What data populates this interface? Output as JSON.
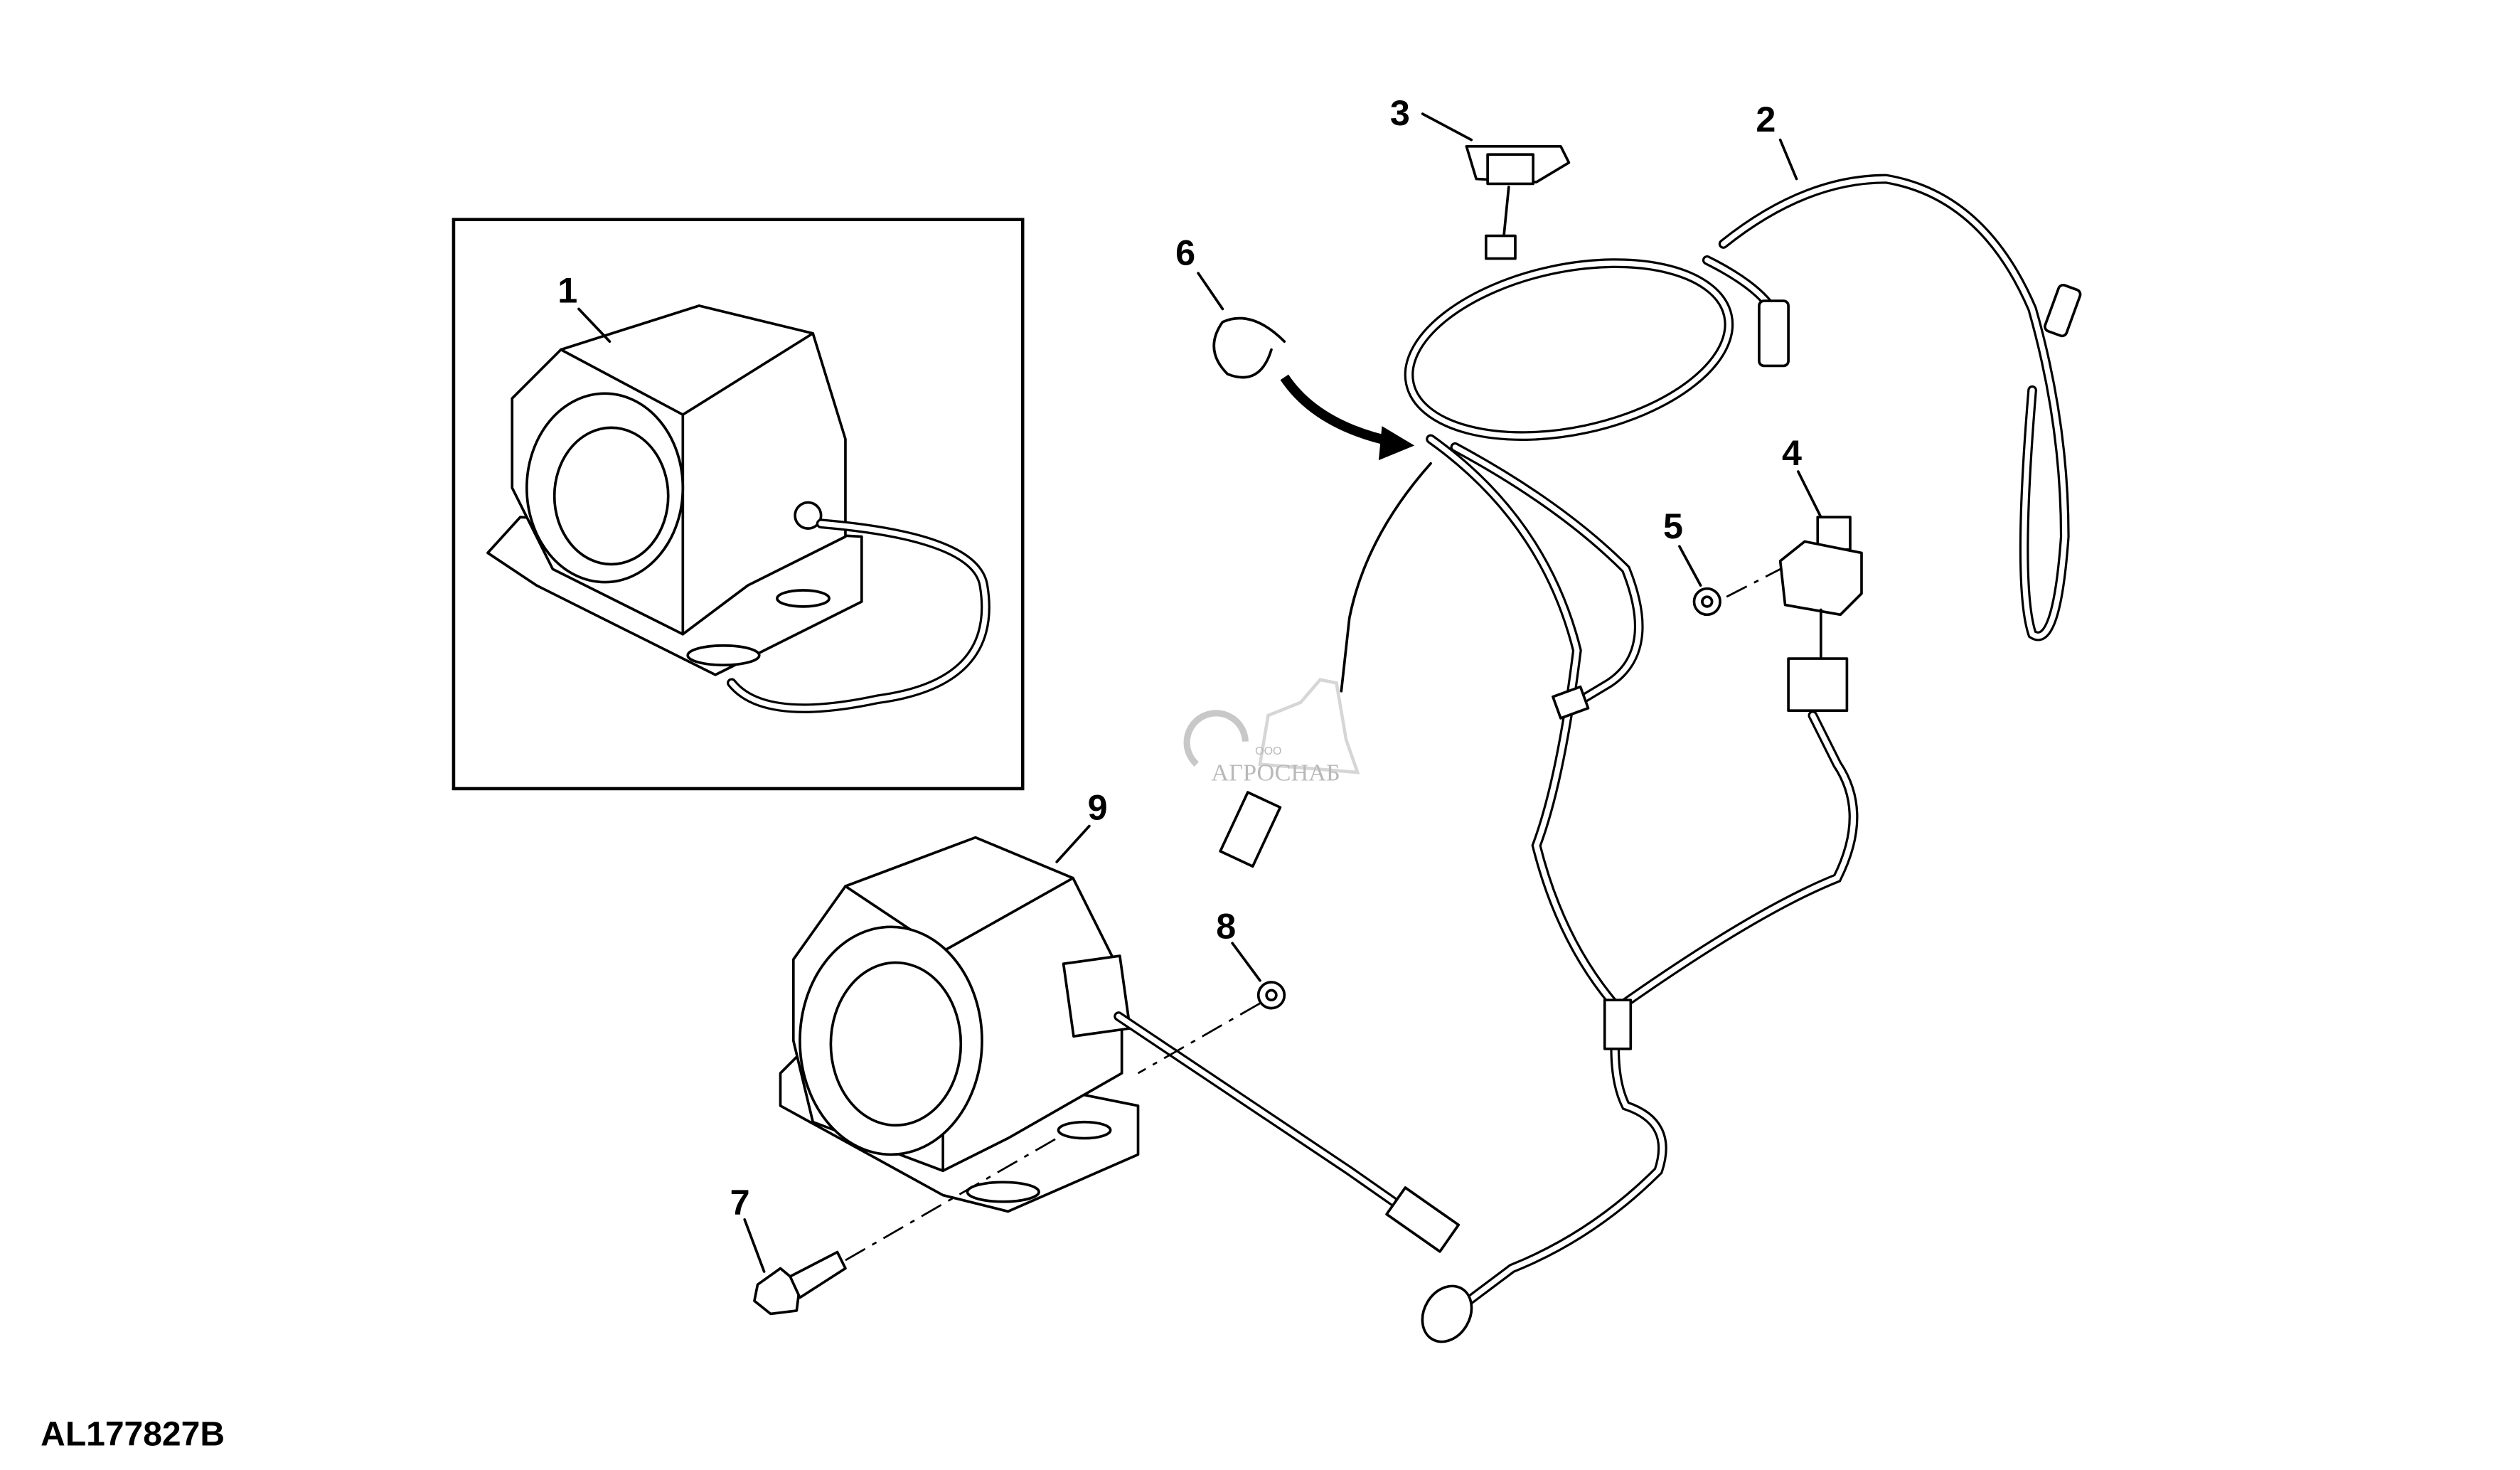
{
  "diagram": {
    "figure_code": "AL177827B",
    "watermark": {
      "prefix": "ООО",
      "name": "АГРОСНАБ"
    },
    "callouts": [
      {
        "id": "1",
        "label": "1",
        "part": "alarm-horn-inset"
      },
      {
        "id": "2",
        "label": "2",
        "part": "wiring-harness"
      },
      {
        "id": "3",
        "label": "3",
        "part": "switch"
      },
      {
        "id": "4",
        "label": "4",
        "part": "relay"
      },
      {
        "id": "5",
        "label": "5",
        "part": "nut"
      },
      {
        "id": "6",
        "label": "6",
        "part": "tie-strap"
      },
      {
        "id": "7",
        "label": "7",
        "part": "bolt"
      },
      {
        "id": "8",
        "label": "8",
        "part": "nut"
      },
      {
        "id": "9",
        "label": "9",
        "part": "alarm-horn"
      }
    ]
  }
}
